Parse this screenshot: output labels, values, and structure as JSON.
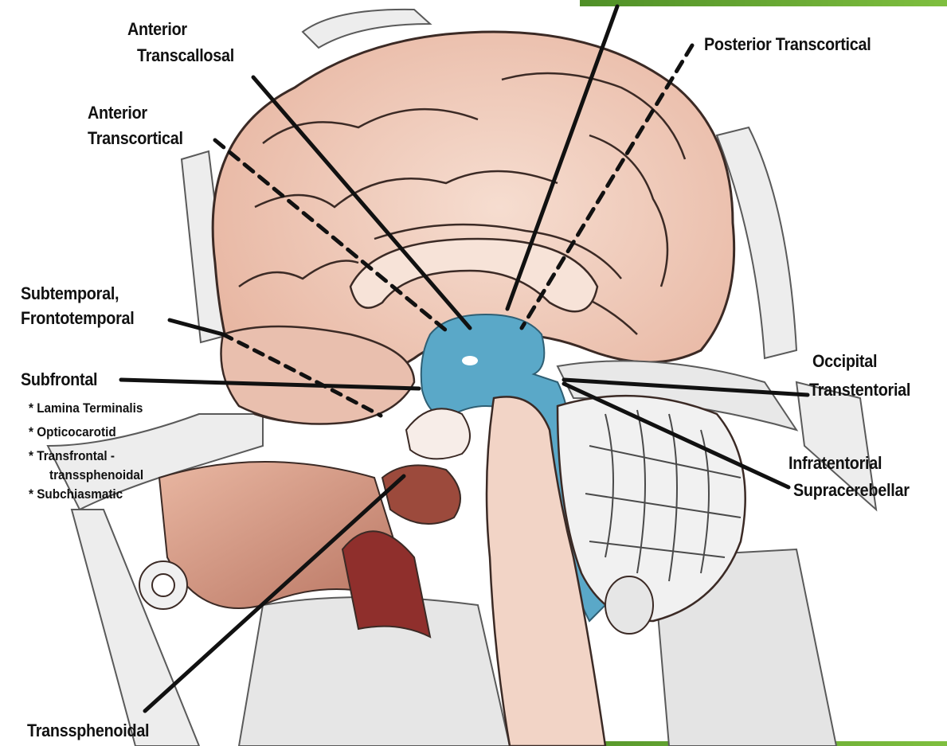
{
  "colors": {
    "accent_bar_dark": "#4f8f27",
    "accent_bar_light": "#7fbf3f",
    "ventricle": "#5aa8c8",
    "brain_tissue": "#f3d3c5",
    "brain_outline": "#3b2a25",
    "bone": "#ececec",
    "pointer": "#111111"
  },
  "labels": {
    "anterior_transcallosal": [
      "Anterior",
      "Transcallosal"
    ],
    "posterior_transcortical": "Posterior Transcortical",
    "anterior_transcortical": [
      "Anterior",
      "Transcortical"
    ],
    "subtemporal": [
      "Subtemporal,",
      "Frontotemporal"
    ],
    "subfrontal": "Subfrontal",
    "subfrontal_variants": [
      "* Lamina Terminalis",
      "* Opticocarotid",
      "* Transfrontal -",
      "transsphenoidal",
      "* Subchiasmatic"
    ],
    "occipital_transtentorial": [
      "Occipital",
      "Transtentorial"
    ],
    "infratentorial_supracerebellar": [
      "Infratentorial",
      "Supracerebellar"
    ],
    "transsphenoidal": "Transsphenoidal"
  }
}
